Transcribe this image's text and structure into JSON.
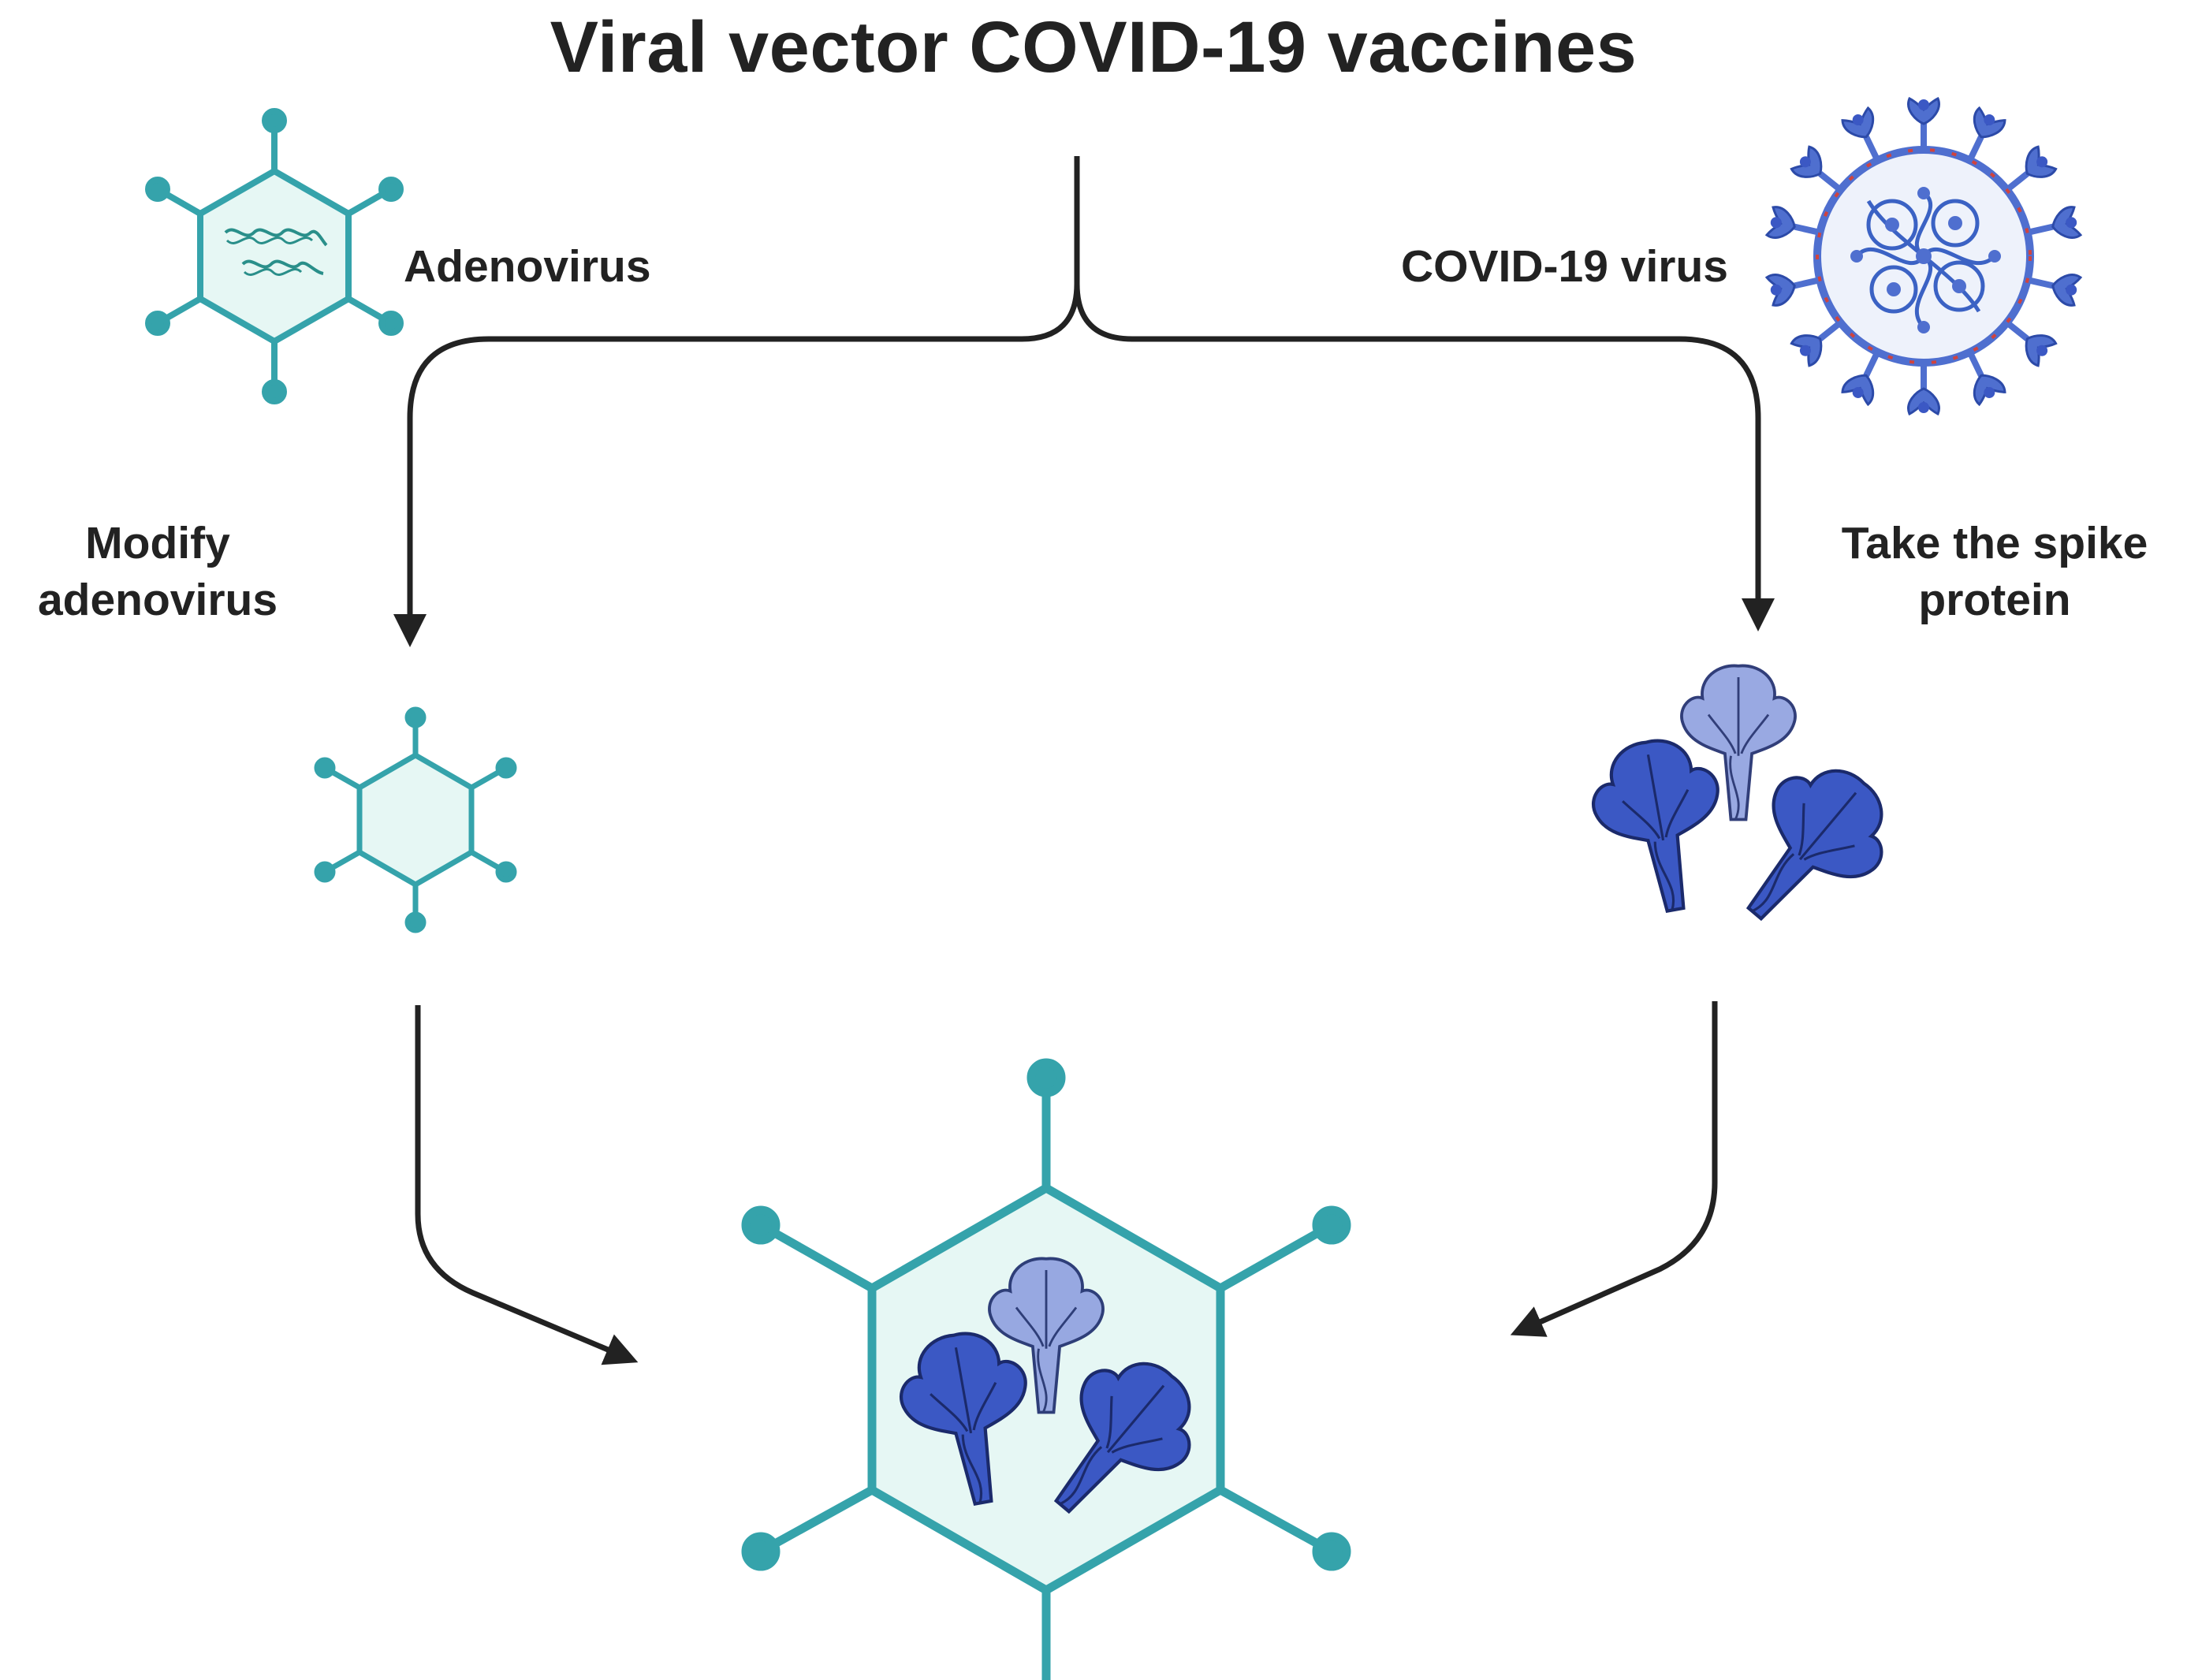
{
  "title": "Viral vector COVID-19 vaccines",
  "labels": {
    "adenovirus": "Adenovirus",
    "covid_virus": "COVID-19 virus",
    "modify_line1": "Modify",
    "modify_line2": "adenovirus",
    "spike_line1": "Take the spike",
    "spike_line2": "protein"
  },
  "colors": {
    "teal": "#35a3ab",
    "teal_fill": "#e6f7f4",
    "spike_dark": "#3b58c4",
    "spike_light": "#8fa0df",
    "covid_membrane": "#4f6fcf",
    "covid_fill": "#eef2fb",
    "covid_accent": "#d0433e",
    "arrow": "#222222"
  }
}
